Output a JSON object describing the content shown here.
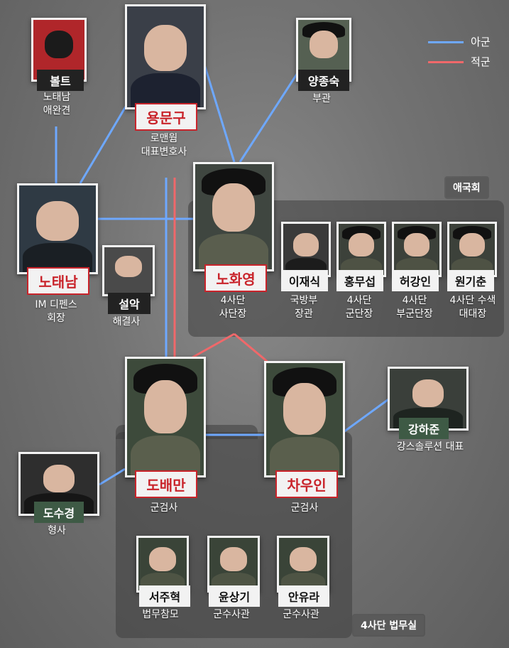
{
  "legend": {
    "ally": "아군",
    "enemy": "적군",
    "ally_color": "#6ea8ff",
    "enemy_color": "#f0686a"
  },
  "groups": {
    "patriots": "애국회",
    "legal": "4사단 법무실"
  },
  "people": {
    "bolt": {
      "name": "볼트",
      "role": "노태남\n애완견"
    },
    "yong": {
      "name": "용문구",
      "role": "로맨웜\n대표변호사"
    },
    "yang": {
      "name": "양종숙",
      "role": "부관"
    },
    "notaenam": {
      "name": "노태남",
      "role": "IM 디펜스\n회장"
    },
    "seolak": {
      "name": "설악",
      "role": "해결사"
    },
    "nohwayoung": {
      "name": "노화영",
      "role": "4사단\n사단장"
    },
    "ijaesik": {
      "name": "이재식",
      "role": "국방부\n장관"
    },
    "hongmuseop": {
      "name": "홍무섭",
      "role": "4사단\n군단장"
    },
    "heogangin": {
      "name": "허강인",
      "role": "4사단\n부군단장"
    },
    "wongichun": {
      "name": "원기춘",
      "role": "4사단 수색\n대대장"
    },
    "dobaeman": {
      "name": "도배만",
      "role": "군검사"
    },
    "chawooin": {
      "name": "차우인",
      "role": "군검사"
    },
    "kanghajun": {
      "name": "강하준",
      "role": "강스솔루션 대표"
    },
    "dosugyeong": {
      "name": "도수경",
      "role": "형사"
    },
    "seojuhyeok": {
      "name": "서주혁",
      "role": "법무참모"
    },
    "yunsanggi": {
      "name": "윤상기",
      "role": "군수사관"
    },
    "anyura": {
      "name": "안유라",
      "role": "군수사관"
    }
  }
}
